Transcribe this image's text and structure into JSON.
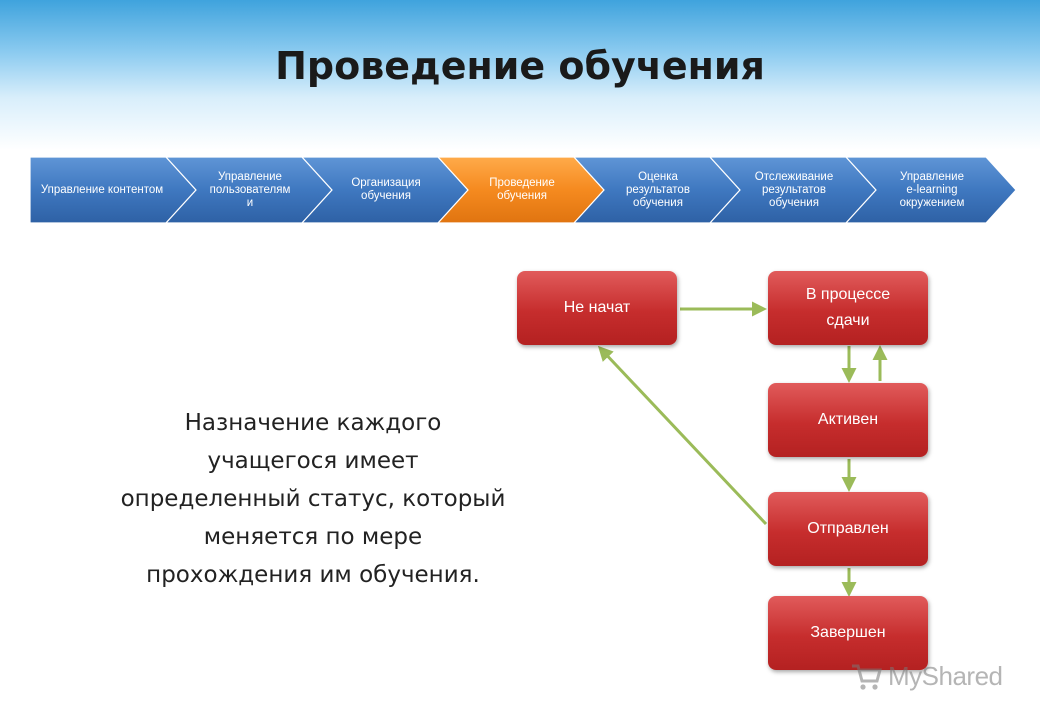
{
  "title": "Проведение обучения",
  "process_steps": [
    {
      "label": "Управление контентом",
      "active": false
    },
    {
      "label": "Управление\nпользователям\nи",
      "active": false
    },
    {
      "label": "Организация\nобучения",
      "active": false
    },
    {
      "label": "Проведение\nобучения",
      "active": true
    },
    {
      "label": "Оценка\nрезультатов\nобучения",
      "active": false
    },
    {
      "label": "Отслеживание\nрезультатов\nобучения",
      "active": false
    },
    {
      "label": "Управление\ne-learning\nокружением",
      "active": false
    }
  ],
  "colors": {
    "step_blue": "#3f78c0",
    "step_active": "#f58a1f",
    "state_red": "#c62d2d",
    "arrow_green": "#9bbb59"
  },
  "states": {
    "not_started": "Не начат",
    "in_progress": "В процессе\nсдачи",
    "active": "Активен",
    "sent": "Отправлен",
    "completed": "Завершен"
  },
  "description": "Назначение каждого\nучащегося имеет\nопределенный статус, который\nменяется по мере\nпрохождения им обучения.",
  "watermark": {
    "text": "MyShared",
    "icon": "shopping-cart-icon"
  }
}
